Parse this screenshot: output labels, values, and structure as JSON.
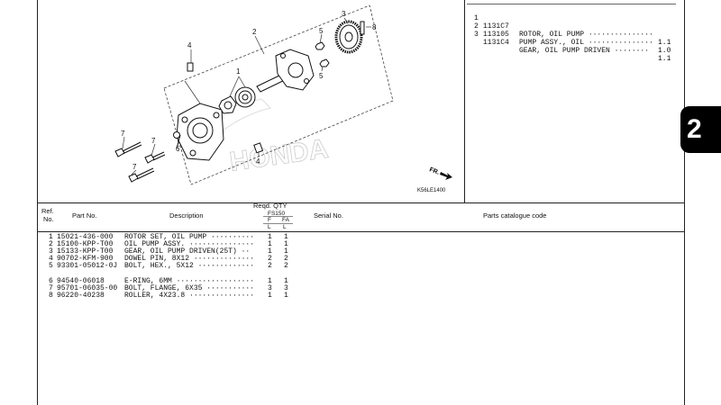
{
  "tab_number": "2",
  "diagram": {
    "code": "K56LE1400",
    "direction_label": "FR.",
    "watermark": "HONDA",
    "callouts": [
      "1",
      "2",
      "3",
      "4",
      "4",
      "5",
      "5",
      "6",
      "7",
      "7",
      "7",
      "8"
    ]
  },
  "top_right_list": [
    {
      "n": "1",
      "code": "1131C7",
      "desc": "ROTOR, OIL PUMP ···············",
      "qty": "1.1"
    },
    {
      "n": "2",
      "code": "113105",
      "desc": "PUMP ASSY., OIL ···············",
      "qty": "1.0"
    },
    {
      "n": "3",
      "code": "1131C4",
      "desc": "GEAR, OIL PUMP DRIVEN ········",
      "qty": "1.1"
    }
  ],
  "table_header": {
    "ref": "Ref.",
    "no": "No.",
    "part_no": "Part No.",
    "description": "Description",
    "reqd_qty": "Reqd. QTY",
    "model": "FS150",
    "col_f": "F",
    "col_fa": "FA",
    "col_l1": "L",
    "col_l2": "L",
    "serial_no": "Serial No.",
    "catalogue_code": "Parts catalogue code"
  },
  "parts": [
    {
      "ref": "1",
      "part_no": "15021-436-000",
      "desc": "ROTOR SET, OIL PUMP ··········",
      "f": "1",
      "fa": "1"
    },
    {
      "ref": "2",
      "part_no": "15100-KPP-T00",
      "desc": "OIL PUMP ASSY. ···············",
      "f": "1",
      "fa": "1"
    },
    {
      "ref": "3",
      "part_no": "15133-KPP-T00",
      "desc": "GEAR, OIL PUMP DRIVEN(25T) ··",
      "f": "1",
      "fa": "1"
    },
    {
      "ref": "4",
      "part_no": "90702-KFM-900",
      "desc": "DOWEL PIN, 8X12 ··············",
      "f": "2",
      "fa": "2"
    },
    {
      "ref": "5",
      "part_no": "93301-05012-0J",
      "desc": "BOLT, HEX., 5X12 ·············",
      "f": "2",
      "fa": "2"
    },
    {
      "ref": "6",
      "part_no": "94540-06018",
      "desc": "E-RING, 6MM ··················",
      "f": "1",
      "fa": "1"
    },
    {
      "ref": "7",
      "part_no": "95701-06035-00",
      "desc": "BOLT, FLANGE, 6X35 ···········",
      "f": "3",
      "fa": "3"
    },
    {
      "ref": "8",
      "part_no": "96220-40238",
      "desc": "ROLLER, 4X23.8 ···············",
      "f": "1",
      "fa": "1"
    }
  ]
}
